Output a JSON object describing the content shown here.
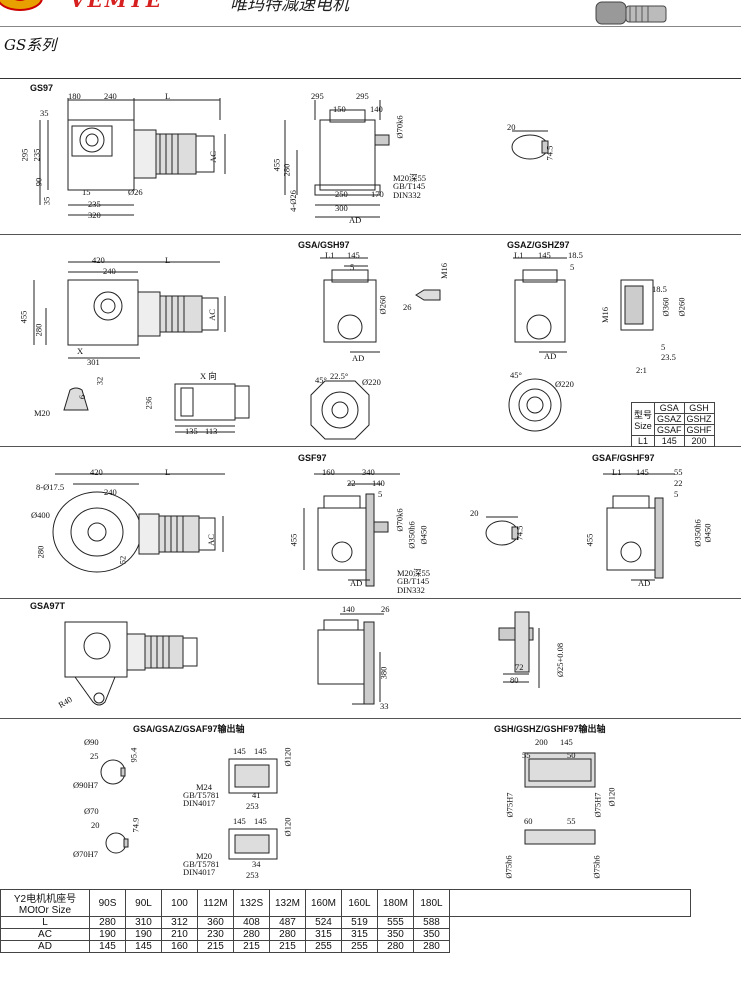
{
  "header": {
    "brand": "VEMTE",
    "company_cn": "唯玛特减速电机",
    "series": "GS系列"
  },
  "section1": {
    "model": "GS97",
    "dims": [
      "180",
      "240",
      "L",
      "35",
      "295",
      "235",
      "90",
      "35",
      "AC",
      "Ø26",
      "15",
      "235",
      "320",
      "295",
      "295",
      "150",
      "140",
      "Ø70k6",
      "455",
      "280",
      "4-Ø26",
      "250",
      "170",
      "300",
      "AD",
      "M20深55",
      "GB/T145",
      "DIN332",
      "20",
      "74.5"
    ]
  },
  "section2": {
    "model_left": "GSA/GSH97",
    "model_right": "GSAZ/GSHZ97",
    "dims": [
      "420",
      "240",
      "L",
      "455",
      "280",
      "AC",
      "X",
      "301",
      "L1",
      "145",
      "5",
      "M16",
      "Ø260",
      "26",
      "AD",
      "L1",
      "145",
      "18.5",
      "5",
      "M16",
      "18.5",
      "Ø360",
      "Ø260",
      "5",
      "23.5",
      "AD",
      "2:1",
      "X 向",
      "236",
      "113",
      "135",
      "M20",
      "6",
      "32",
      "22.5°",
      "45°",
      "Ø220",
      "45°",
      "Ø220"
    ],
    "size_table": {
      "title": "型号",
      "size_label": "Size",
      "cols": [
        [
          "GSA",
          "GSAZ",
          "GSAF"
        ],
        [
          "GSH",
          "GSHZ",
          "GSHF"
        ]
      ],
      "row_label": "L1",
      "values": [
        "145",
        "200"
      ]
    }
  },
  "section3": {
    "model_left": "GSF97",
    "model_right": "GSAF/GSHF97",
    "dims": [
      "420",
      "240",
      "L",
      "8-Ø17.5",
      "Ø400",
      "280",
      "52",
      "AC",
      "160",
      "340",
      "22",
      "140",
      "5",
      "Ø70k6",
      "Ø350h6",
      "Ø450",
      "455",
      "AD",
      "M20深55",
      "GB/T145",
      "DIN332",
      "20",
      "74.5",
      "L1",
      "145",
      "55",
      "22",
      "5",
      "Ø350h6",
      "Ø450",
      "455",
      "AD"
    ]
  },
  "section4": {
    "model": "GSA97T",
    "dims": [
      "R40",
      "140",
      "26",
      "380",
      "33",
      "72",
      "80",
      "Ø25+0.08"
    ]
  },
  "section5": {
    "title_left": "GSA/GSAZ/GSAF97输出轴",
    "title_right": "GSH/GSHZ/GSHF97输出轴",
    "dims": [
      "Ø90",
      "25",
      "95.4",
      "Ø90H7",
      "145",
      "145",
      "Ø120",
      "M24",
      "GB/T5781",
      "DIN4017",
      "41",
      "253",
      "Ø70",
      "20",
      "74.9",
      "Ø70H7",
      "145",
      "145",
      "Ø120",
      "M20",
      "GB/T5781",
      "DIN4017",
      "34",
      "253",
      "200",
      "145",
      "55",
      "50",
      "Ø75H7",
      "Ø75H7",
      "Ø120",
      "60",
      "55",
      "Ø75h6",
      "Ø75h6"
    ]
  },
  "motor_table": {
    "header_cn": "Y2电机机座号",
    "header_en": "MOtOr Size",
    "frames": [
      "90S",
      "90L",
      "100",
      "112M",
      "132S",
      "132M",
      "160M",
      "160L",
      "180M",
      "180L"
    ],
    "rows": [
      {
        "label": "L",
        "values": [
          "280",
          "310",
          "312",
          "360",
          "408",
          "487",
          "524",
          "519",
          "555",
          "588"
        ]
      },
      {
        "label": "AC",
        "values": [
          "190",
          "190",
          "210",
          "230",
          "280",
          "280",
          "315",
          "315",
          "350",
          "350"
        ]
      },
      {
        "label": "AD",
        "values": [
          "145",
          "145",
          "160",
          "215",
          "215",
          "215",
          "255",
          "255",
          "280",
          "280"
        ]
      }
    ]
  }
}
